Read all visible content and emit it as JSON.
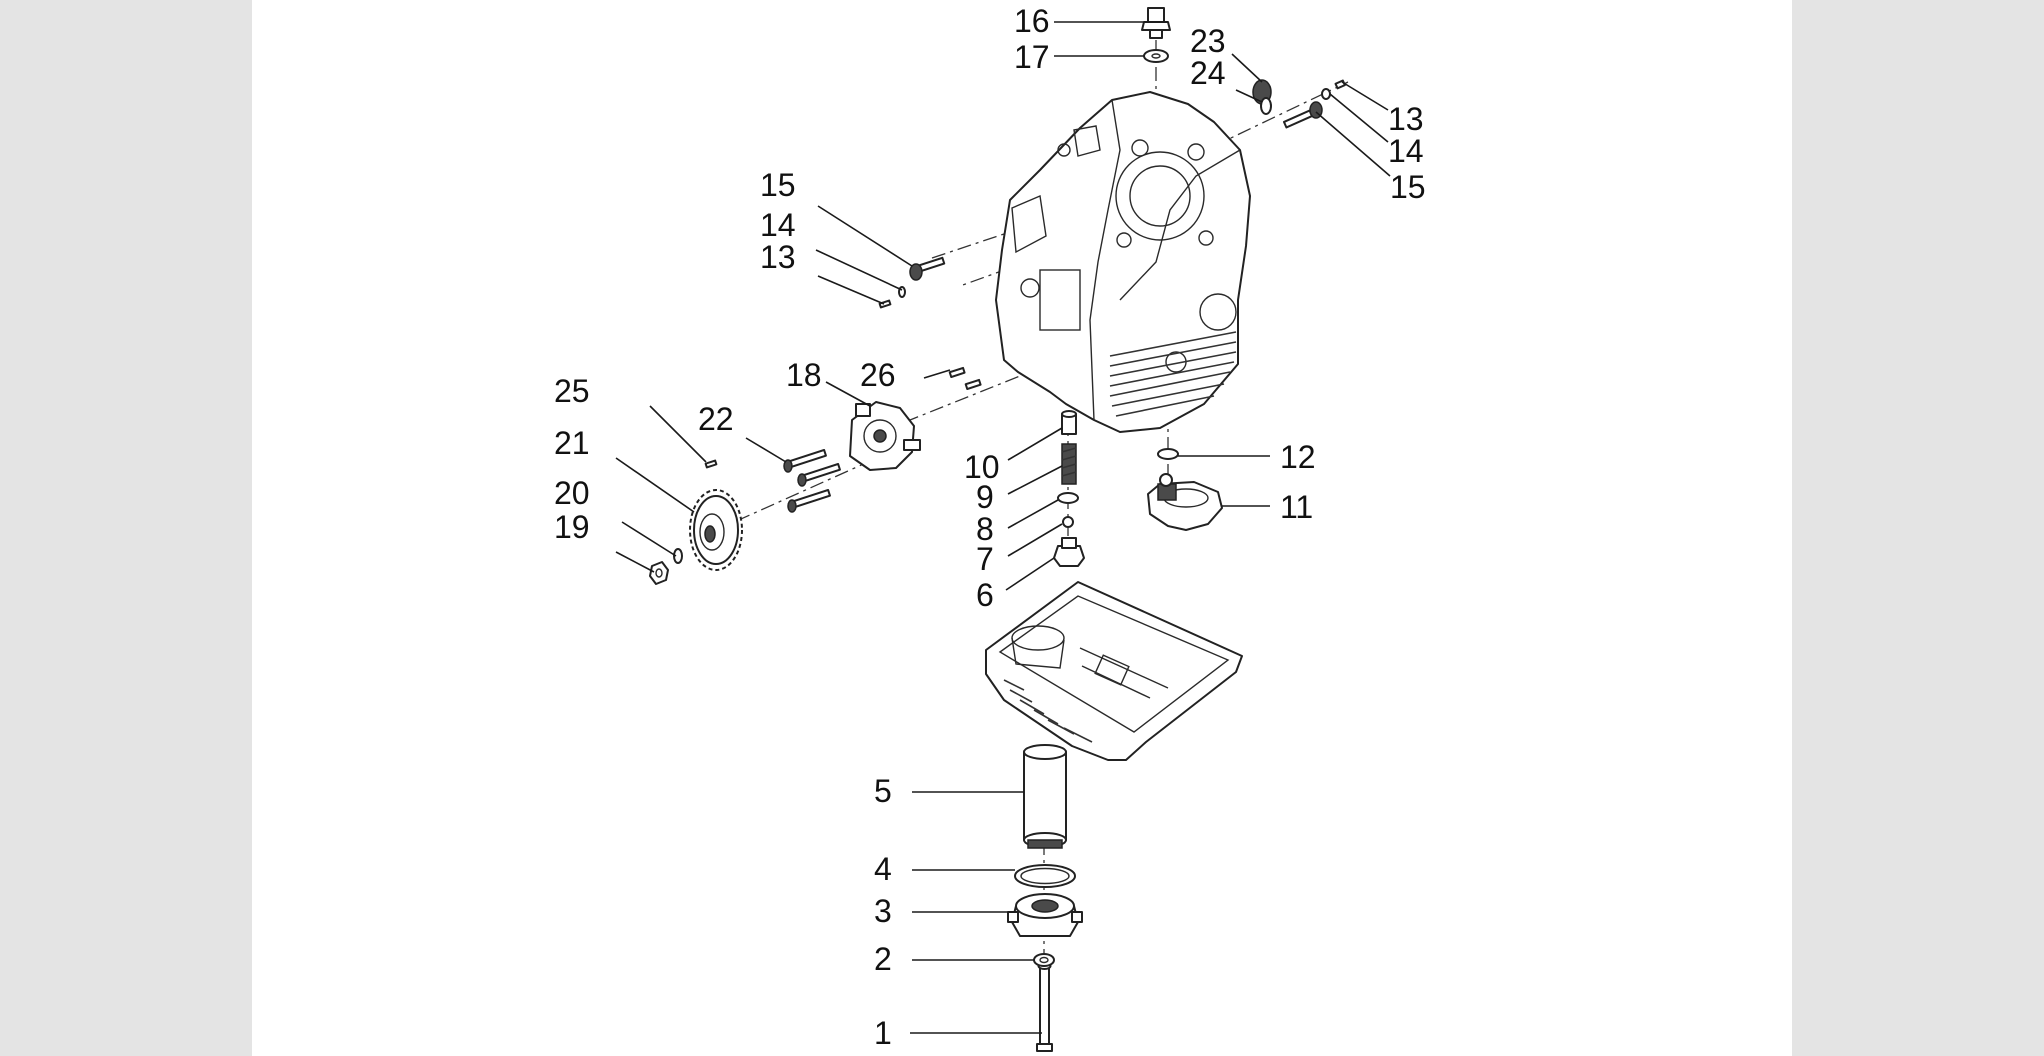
{
  "diagram": {
    "labels": {
      "l1": "1",
      "l2": "2",
      "l3": "3",
      "l4": "4",
      "l5": "5",
      "l6": "6",
      "l7": "7",
      "l8": "8",
      "l9": "9",
      "l10": "10",
      "l11": "11",
      "l12": "12",
      "l13_right": "13",
      "l14_right": "14",
      "l15_right": "15",
      "l13_left": "13",
      "l14_left": "14",
      "l15_left": "15",
      "l16": "16",
      "l17": "17",
      "l18": "18",
      "l19": "19",
      "l20": "20",
      "l21": "21",
      "l22": "22",
      "l23": "23",
      "l24": "24",
      "l25": "25",
      "l26": "26"
    }
  }
}
